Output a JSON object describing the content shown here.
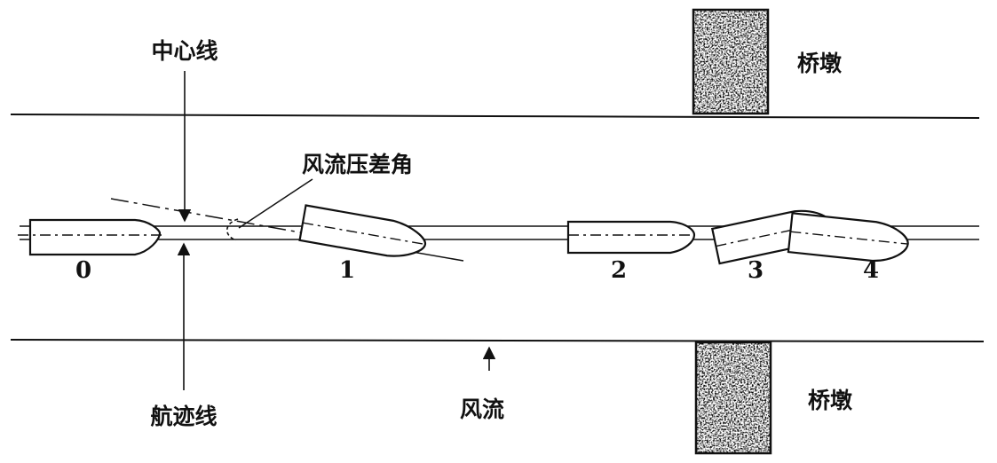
{
  "labels": {
    "centerline": "中心线",
    "track_line": "航迹线",
    "drift_angle": "风流压差角",
    "pier_top": "桥墩",
    "pier_bottom": "桥墩",
    "current": "风流"
  },
  "ship_positions": [
    "0",
    "1",
    "2",
    "3",
    "4"
  ],
  "colors": {
    "line": "#111111",
    "pier": "#555555",
    "background": "#ffffff"
  }
}
